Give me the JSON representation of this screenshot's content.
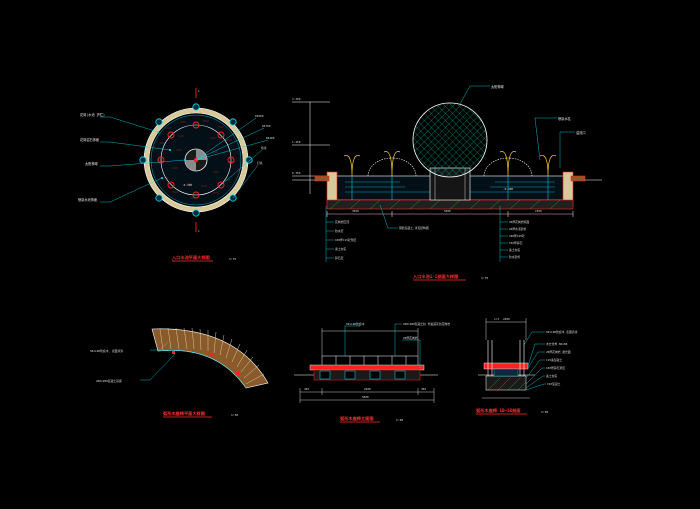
{
  "colors": {
    "background": "#000000",
    "title": "#ff3030",
    "line_white": "#ffffff",
    "line_cyan": "#00e5ff",
    "line_green": "#00ff3c",
    "ring_fill": "#d8c99a",
    "sphere_grid": "#00c8a0",
    "accent_red": "#ff2020",
    "accent_blue": "#2040ff",
    "accent_yellow": "#ffd21e"
  },
  "icons": [
    "sphere-sculpture-icon",
    "fountain-jet-icon",
    "section-mark-icon"
  ],
  "drawings": {
    "plan": {
      "title": "入口水池平面大样图",
      "scale": "1:75",
      "level": "-0.400",
      "left_labels": [
        "花岗(水池 护栏)",
        "花岗岩石饰面",
        "太阳神球",
        "喷泉水池饰面"
      ],
      "right_labels": [
        "R3000",
        "R2700",
        "R2400",
        "喷泉",
        "灯具"
      ]
    },
    "section": {
      "title": "入口水池1-1剖面大样图",
      "scale": "1:75",
      "top_labels": [
        "太阳神球",
        "喷泉水柱",
        "溢流口"
      ],
      "heights": [
        "3.300",
        "1.450",
        "0.350"
      ],
      "waterline": "-0.400",
      "dimensions": [
        "3500",
        "1500",
        "5000"
      ],
      "bottom_labels_left": [
        "花岗岩压顶",
        "防水层",
        "100厚C15砼垫层",
        "素土夯实",
        "碎石层"
      ],
      "bottom_labels_right": [
        "30厚花岗岩饰面",
        "20厚水泥砂浆",
        "100厚C20砼",
        "150厚碎石",
        "素土夯实",
        "防水砂浆"
      ],
      "center_note": "钢筋混凝土,详见结构图"
    },
    "seat_plan": {
      "title": "弧形木座椅平面大样图",
      "scale": "1:50",
      "labels": [
        "50x100防腐木, 表面清漆",
        "200x200混凝土基座"
      ]
    },
    "seat_elevation": {
      "title": "弧形木座椅立面图",
      "scale": "1:50",
      "labels": [
        "50x100防腐木",
        "200x200混凝土柱 外贴深灰色花岗岩",
        "20厚花岗岩"
      ],
      "dimensions": [
        "450",
        "2400",
        "450",
        "5600"
      ]
    },
    "seat_section": {
      "title": "弧形木座椅 1B—1B剖面",
      "scale": "1:50",
      "top_labels": [
        "1/3",
        "2400"
      ],
      "labels": [
        "50x100防腐木 表面清漆",
        "木方龙骨 60x80",
        "20厚花岗岩 磨光面",
        "C15素混凝土",
        "100厚碎石垫层",
        "素土夯实",
        "C20混凝土"
      ]
    }
  }
}
